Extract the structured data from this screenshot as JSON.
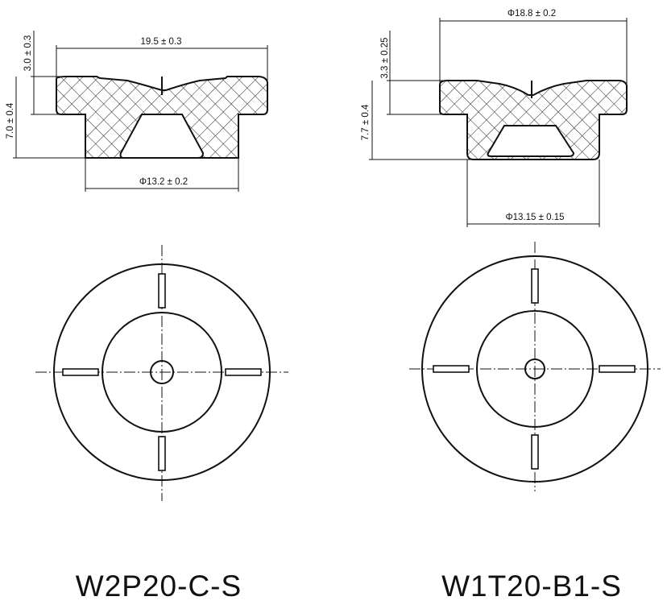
{
  "parts": [
    {
      "model": "W2P20-C-S",
      "dimensions": {
        "outer_width": "19.5 ± 0.3",
        "flange_height": "3.0 ± 0.3",
        "total_height": "7.0 ± 0.4",
        "boss_diameter": "Φ13.2 ± 0.2"
      }
    },
    {
      "model": "W1T20-B1-S",
      "dimensions": {
        "outer_diameter": "Φ18.8 ± 0.2",
        "flange_height": "3.3 ± 0.25",
        "total_height": "7.7 ± 0.4",
        "boss_diameter": "Φ13.15 ± 0.15"
      }
    }
  ]
}
